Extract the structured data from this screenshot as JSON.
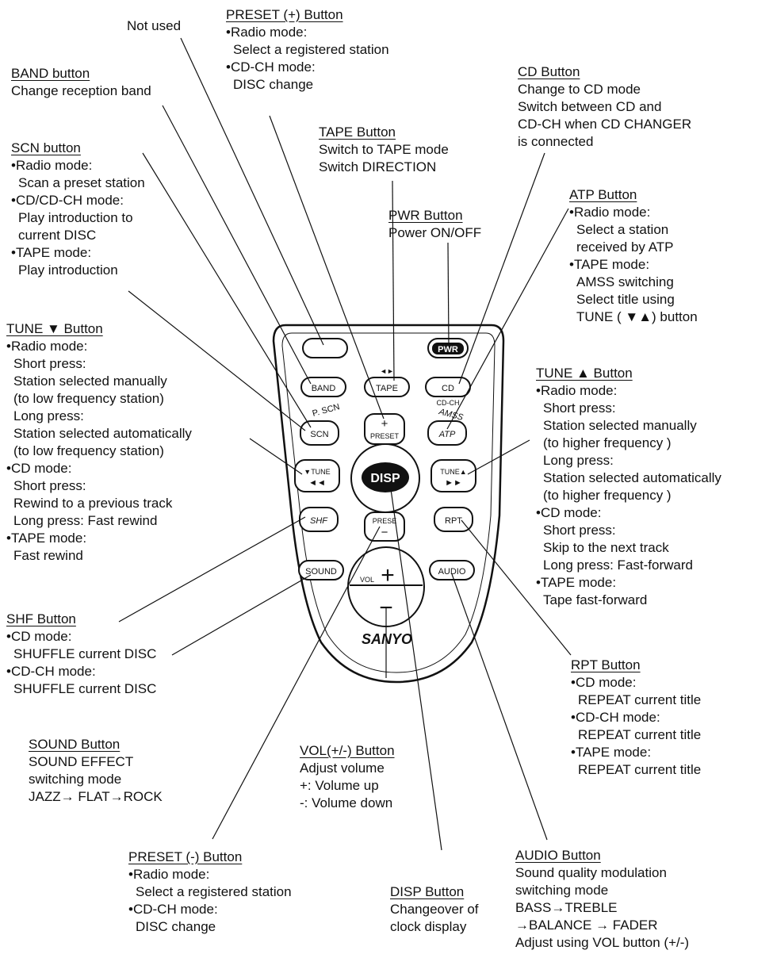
{
  "labels": {
    "not_used": {
      "title": "Not used"
    },
    "preset_plus": {
      "title": "PRESET (+) Button",
      "items": [
        {
          "mode": "Radio mode:",
          "desc": [
            "Select a registered station"
          ]
        },
        {
          "mode": "CD-CH mode:",
          "desc": [
            "DISC change"
          ]
        }
      ]
    },
    "cd": {
      "title": "CD Button",
      "lines": [
        "Change to CD mode",
        "Switch between CD and",
        "CD-CH when CD CHANGER",
        "is connected"
      ]
    },
    "band": {
      "title": "BAND button",
      "lines": [
        "Change reception band"
      ]
    },
    "tape": {
      "title": "TAPE Button",
      "lines": [
        "Switch to TAPE mode",
        "Switch DIRECTION"
      ]
    },
    "scn": {
      "title": "SCN button",
      "items": [
        {
          "mode": "Radio mode:",
          "desc": [
            "Scan a preset station"
          ]
        },
        {
          "mode": "CD/CD-CH mode:",
          "desc": [
            "Play introduction to",
            "current DISC"
          ]
        },
        {
          "mode": "TAPE mode:",
          "desc": [
            "Play introduction"
          ]
        }
      ]
    },
    "atp": {
      "title": "ATP Button",
      "items": [
        {
          "mode": "Radio mode:",
          "desc": [
            "Select a station",
            "received by ATP"
          ]
        },
        {
          "mode": "TAPE mode:",
          "desc": [
            "AMSS switching",
            "Select title using",
            "TUNE ( ▼▲) button"
          ]
        }
      ]
    },
    "pwr": {
      "title": "PWR Button",
      "lines": [
        "Power ON/OFF"
      ]
    },
    "tune_down": {
      "title": "TUNE ▼ Button",
      "items": [
        {
          "mode": "Radio mode:",
          "desc": [
            "Short press:",
            "Station selected manually",
            "(to low frequency station)",
            "Long press:",
            "Station selected automatically",
            "(to low frequency station)"
          ]
        },
        {
          "mode": "CD mode:",
          "desc": [
            "Short press:",
            "Rewind to a previous track",
            "Long press: Fast rewind"
          ]
        },
        {
          "mode": "TAPE mode:",
          "desc": [
            "Fast rewind"
          ]
        }
      ]
    },
    "tune_up": {
      "title": "TUNE ▲ Button",
      "items": [
        {
          "mode": "Radio mode:",
          "desc": [
            "Short press:",
            "Station selected manually",
            "(to higher frequency )",
            "Long press:",
            "Station selected automatically",
            "(to higher frequency )"
          ]
        },
        {
          "mode": "CD mode:",
          "desc": [
            "Short press:",
            "Skip to the next track",
            "Long press: Fast-forward"
          ]
        },
        {
          "mode": "TAPE mode:",
          "desc": [
            "Tape fast-forward"
          ]
        }
      ]
    },
    "shf": {
      "title": "SHF Button",
      "items": [
        {
          "mode": "CD mode:",
          "desc": [
            "SHUFFLE current DISC"
          ]
        },
        {
          "mode": "CD-CH mode:",
          "desc": [
            "SHUFFLE current DISC"
          ]
        }
      ]
    },
    "rpt": {
      "title": "RPT Button",
      "items": [
        {
          "mode": "CD mode:",
          "desc": [
            "REPEAT current title"
          ]
        },
        {
          "mode": "CD-CH mode:",
          "desc": [
            "REPEAT current title"
          ]
        },
        {
          "mode": "TAPE mode:",
          "desc": [
            "REPEAT current title"
          ]
        }
      ]
    },
    "sound": {
      "title": "SOUND Button",
      "lines": [
        "SOUND EFFECT",
        "switching mode",
        "JAZZ→ FLAT→ROCK"
      ]
    },
    "vol": {
      "title": "VOL(+/-) Button",
      "lines": [
        "Adjust volume",
        "+: Volume up",
        "-: Volume down"
      ]
    },
    "preset_minus": {
      "title": "PRESET (-) Button",
      "items": [
        {
          "mode": "Radio mode:",
          "desc": [
            "Select a registered station"
          ]
        },
        {
          "mode": "CD-CH mode:",
          "desc": [
            "DISC change"
          ]
        }
      ]
    },
    "disp": {
      "title": "DISP Button",
      "lines": [
        "Changeover of",
        "clock display"
      ]
    },
    "audio": {
      "title": "AUDIO Button",
      "lines": [
        "Sound quality modulation",
        "switching mode",
        "BASS→TREBLE",
        "→BALANCE → FADER",
        "Adjust using VOL button (+/-)"
      ]
    }
  },
  "remote": {
    "pwr": "PWR",
    "band": "BAND",
    "tape": "TAPE",
    "tape_arrows": "◄►",
    "cd": "CD",
    "cd_sub": "CD-CH",
    "p_scn": "P. SCN",
    "scn": "SCN",
    "preset_plus_sign": "+",
    "preset": "PRESET",
    "amss": "AMSS",
    "atp": "ATP",
    "tune_down": "▼TUNE",
    "rewind": "◄◄",
    "disp": "DISP",
    "tune_up": "TUNE▲",
    "forward": "►►",
    "shf": "SHF",
    "preset_minus_text": "PRESE",
    "preset_minus_sign": "−",
    "rpt": "RPT",
    "sound": "SOUND",
    "audio": "AUDIO",
    "vol": "VOL",
    "vol_plus": "+",
    "vol_minus": "−",
    "brand": "SANYO"
  }
}
